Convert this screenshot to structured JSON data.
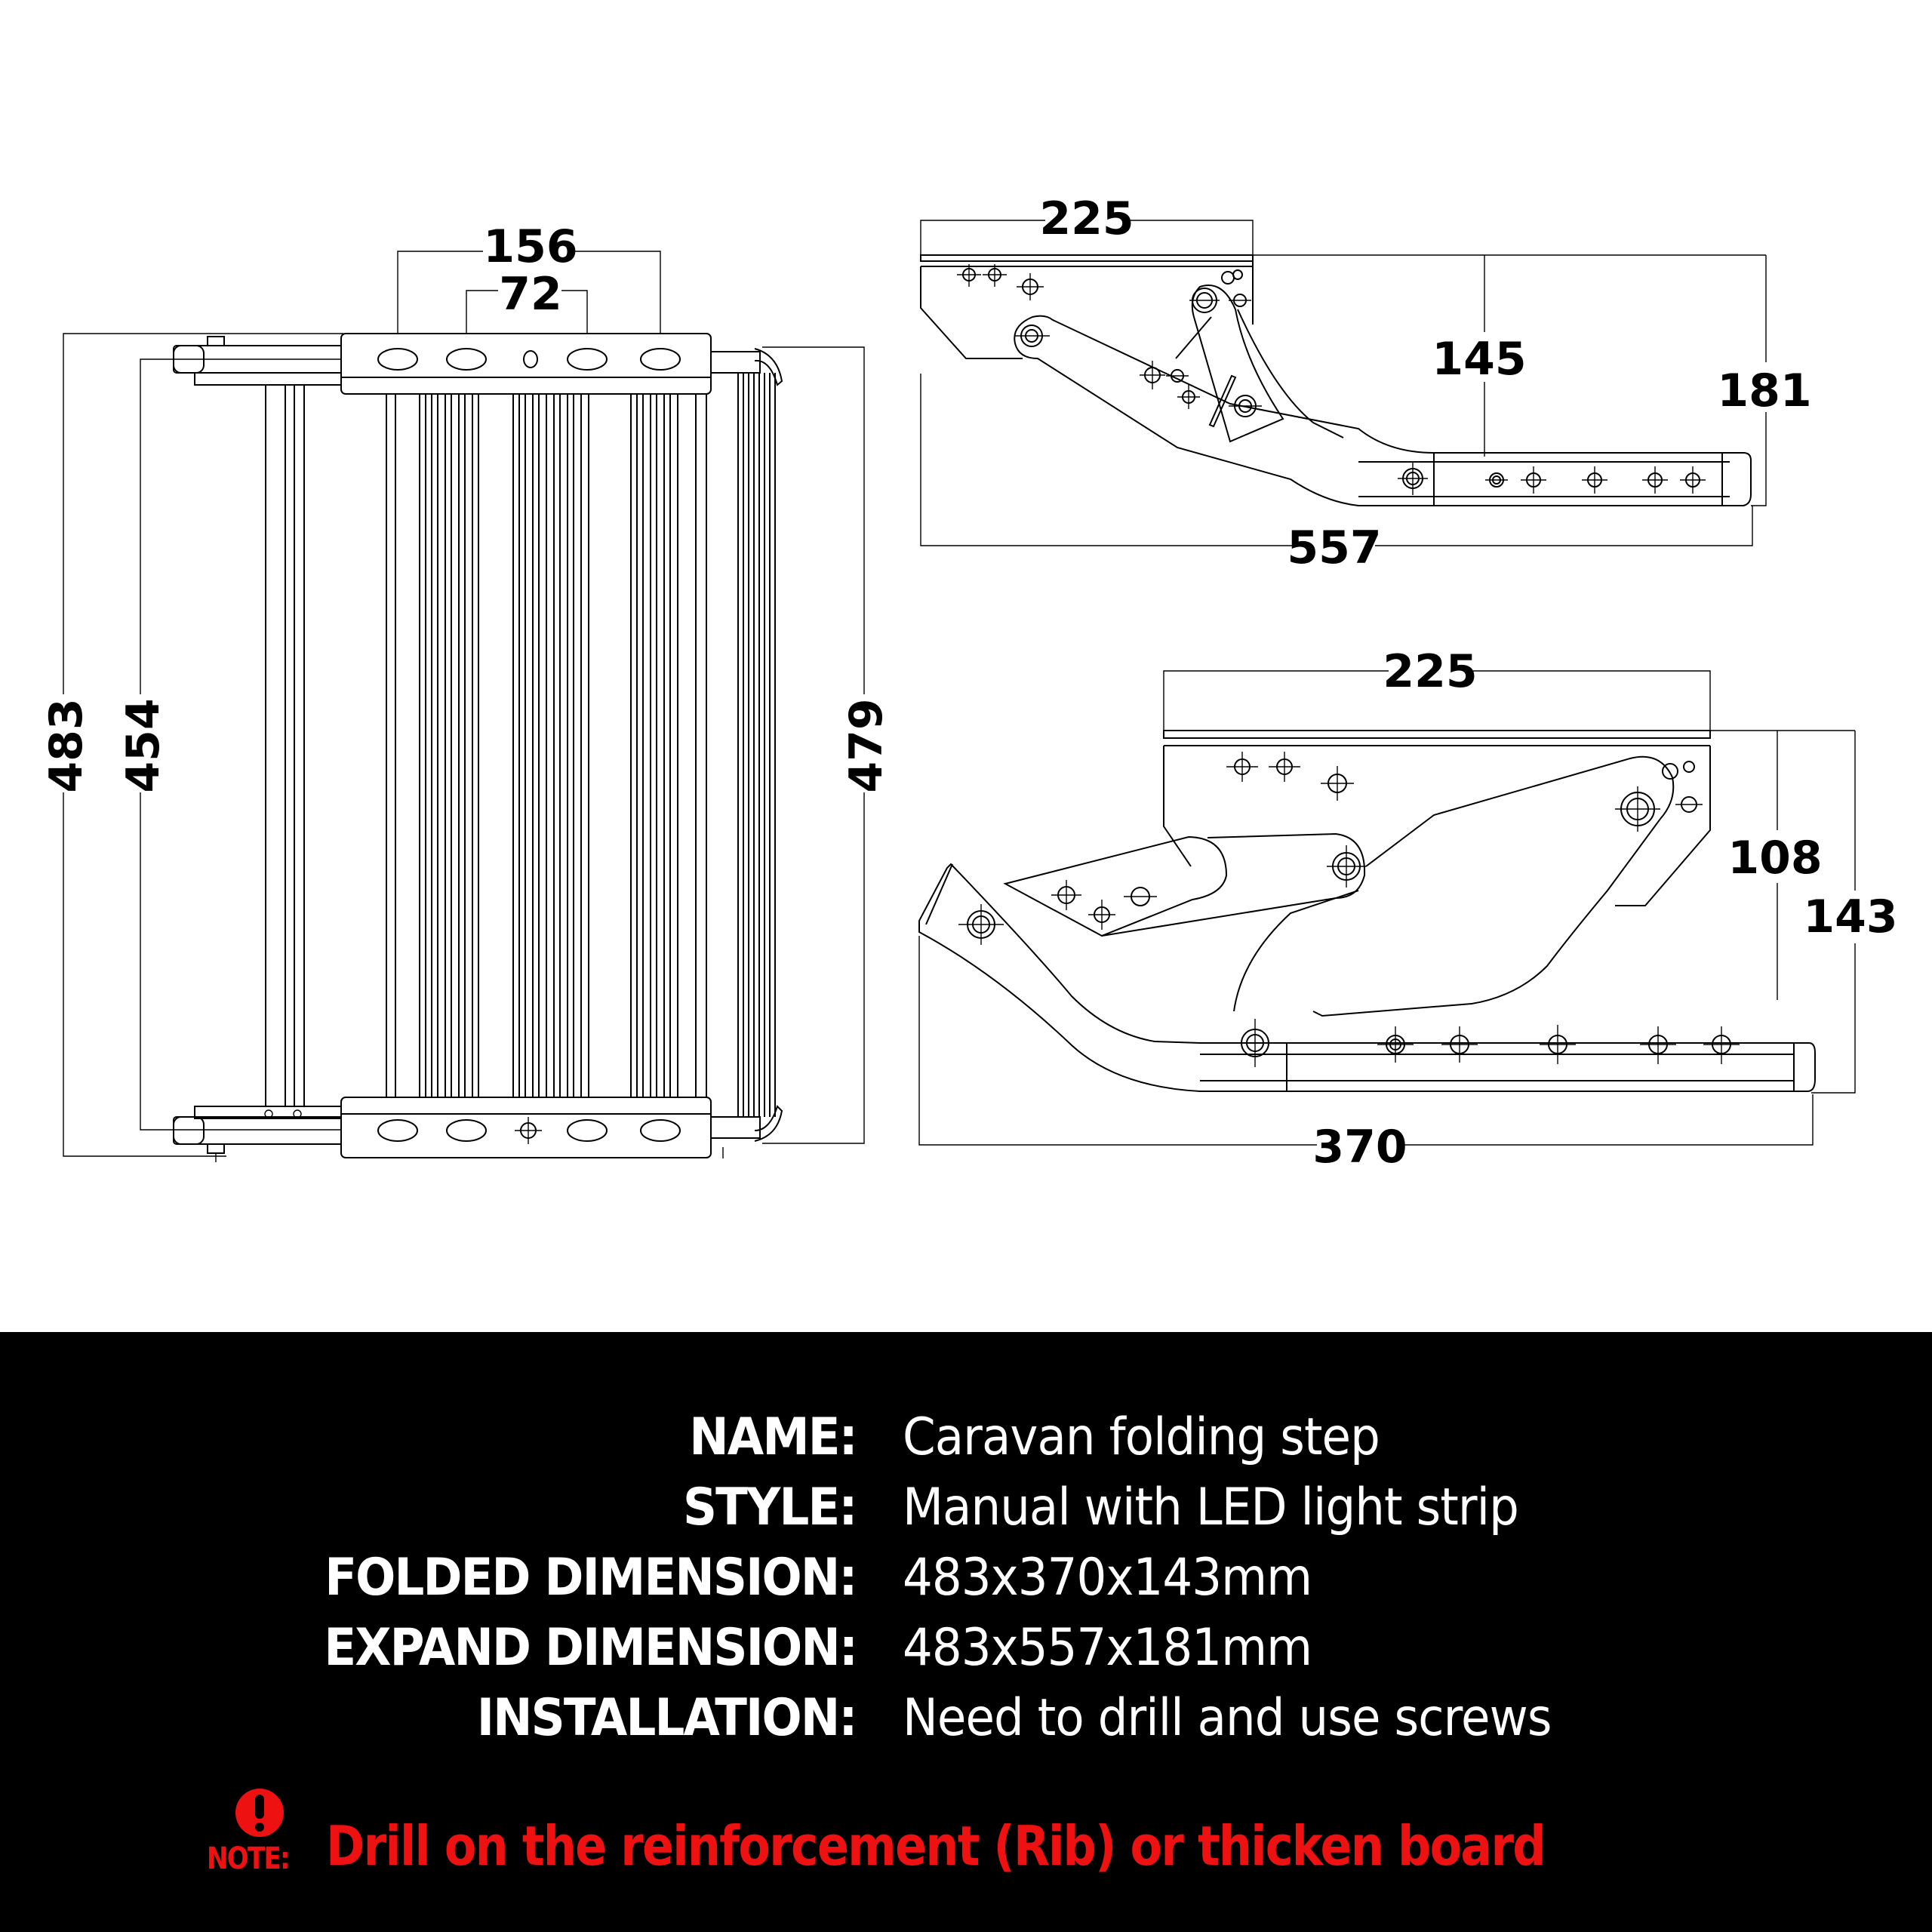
{
  "front_view": {
    "dims": {
      "mount_hole_outer_spacing": "156",
      "mount_hole_inner_spacing": "72",
      "overall_width": "483",
      "pivot_span": "454",
      "tread_width": "479"
    }
  },
  "side_view_expanded": {
    "dims": {
      "mount_plate_length": "225",
      "tread_height": "145",
      "total_height": "181",
      "total_length": "557"
    }
  },
  "side_view_folded": {
    "dims": {
      "mount_plate_length": "225",
      "tread_height": "108",
      "total_height": "143",
      "total_length": "370"
    }
  },
  "specs": [
    {
      "label": "NAME:",
      "value": "Caravan folding step"
    },
    {
      "label": "STYLE:",
      "value": "Manual with LED light strip"
    },
    {
      "label": "FOLDED DIMENSION:",
      "value": "483x370x143mm"
    },
    {
      "label": "EXPAND DIMENSION:",
      "value": "483x557x181mm"
    },
    {
      "label": "INSTALLATION:",
      "value": "Need to drill and use screws"
    }
  ],
  "note": {
    "icon": "exclamation-circle-icon",
    "label": "NOTE:",
    "text": "Drill on the reinforcement (Rib) or thicken board",
    "color": "#ee1111"
  },
  "colors": {
    "background": "#ffffff",
    "panel": "#000000",
    "text": "#ffffff",
    "line": "#000000",
    "accent": "#ee1111"
  }
}
